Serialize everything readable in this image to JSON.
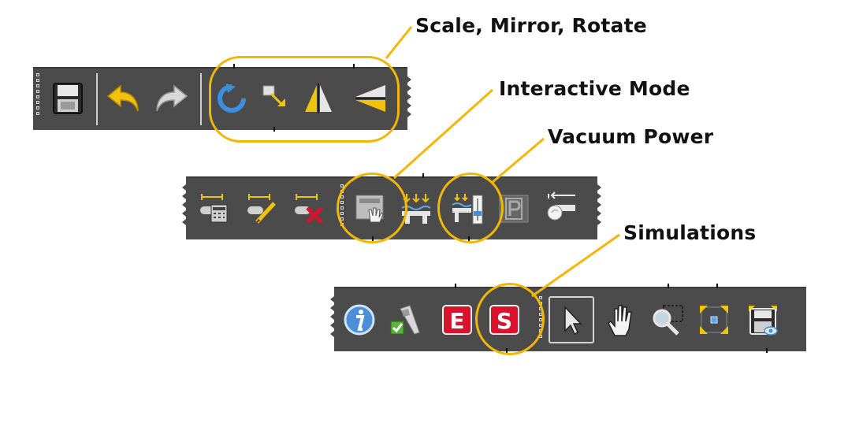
{
  "callouts": {
    "scale_mirror_rotate": "Scale, Mirror, Rotate",
    "interactive_mode": "Interactive Mode",
    "vacuum_power": "Vacuum Power",
    "simulations": "Simulations"
  },
  "toolbar1": {
    "icons": [
      "save-icon",
      "undo-icon",
      "redo-icon",
      "rotate-icon",
      "scale-icon",
      "mirror-vertical-icon",
      "mirror-horizontal-icon"
    ]
  },
  "toolbar2": {
    "icons": [
      "dimension-calculator-icon",
      "dimension-edit-icon",
      "dimension-delete-icon",
      "interactive-mode-icon",
      "suction-zones-icon",
      "vacuum-power-icon",
      "parking-icon",
      "tool-retract-icon"
    ]
  },
  "toolbar3": {
    "icons": [
      "info-icon",
      "tool-check-icon",
      "E",
      "S",
      "select-arrow-icon",
      "pan-hand-icon",
      "zoom-window-icon",
      "zoom-fit-icon",
      "print-preview-icon"
    ]
  },
  "colors": {
    "toolbar_bg": "#4b4b4b",
    "highlight": "#f2b705",
    "simulation_red": "#d9132c",
    "rotate_blue": "#3d8ede",
    "icon_yellow": "#f0c20c"
  }
}
